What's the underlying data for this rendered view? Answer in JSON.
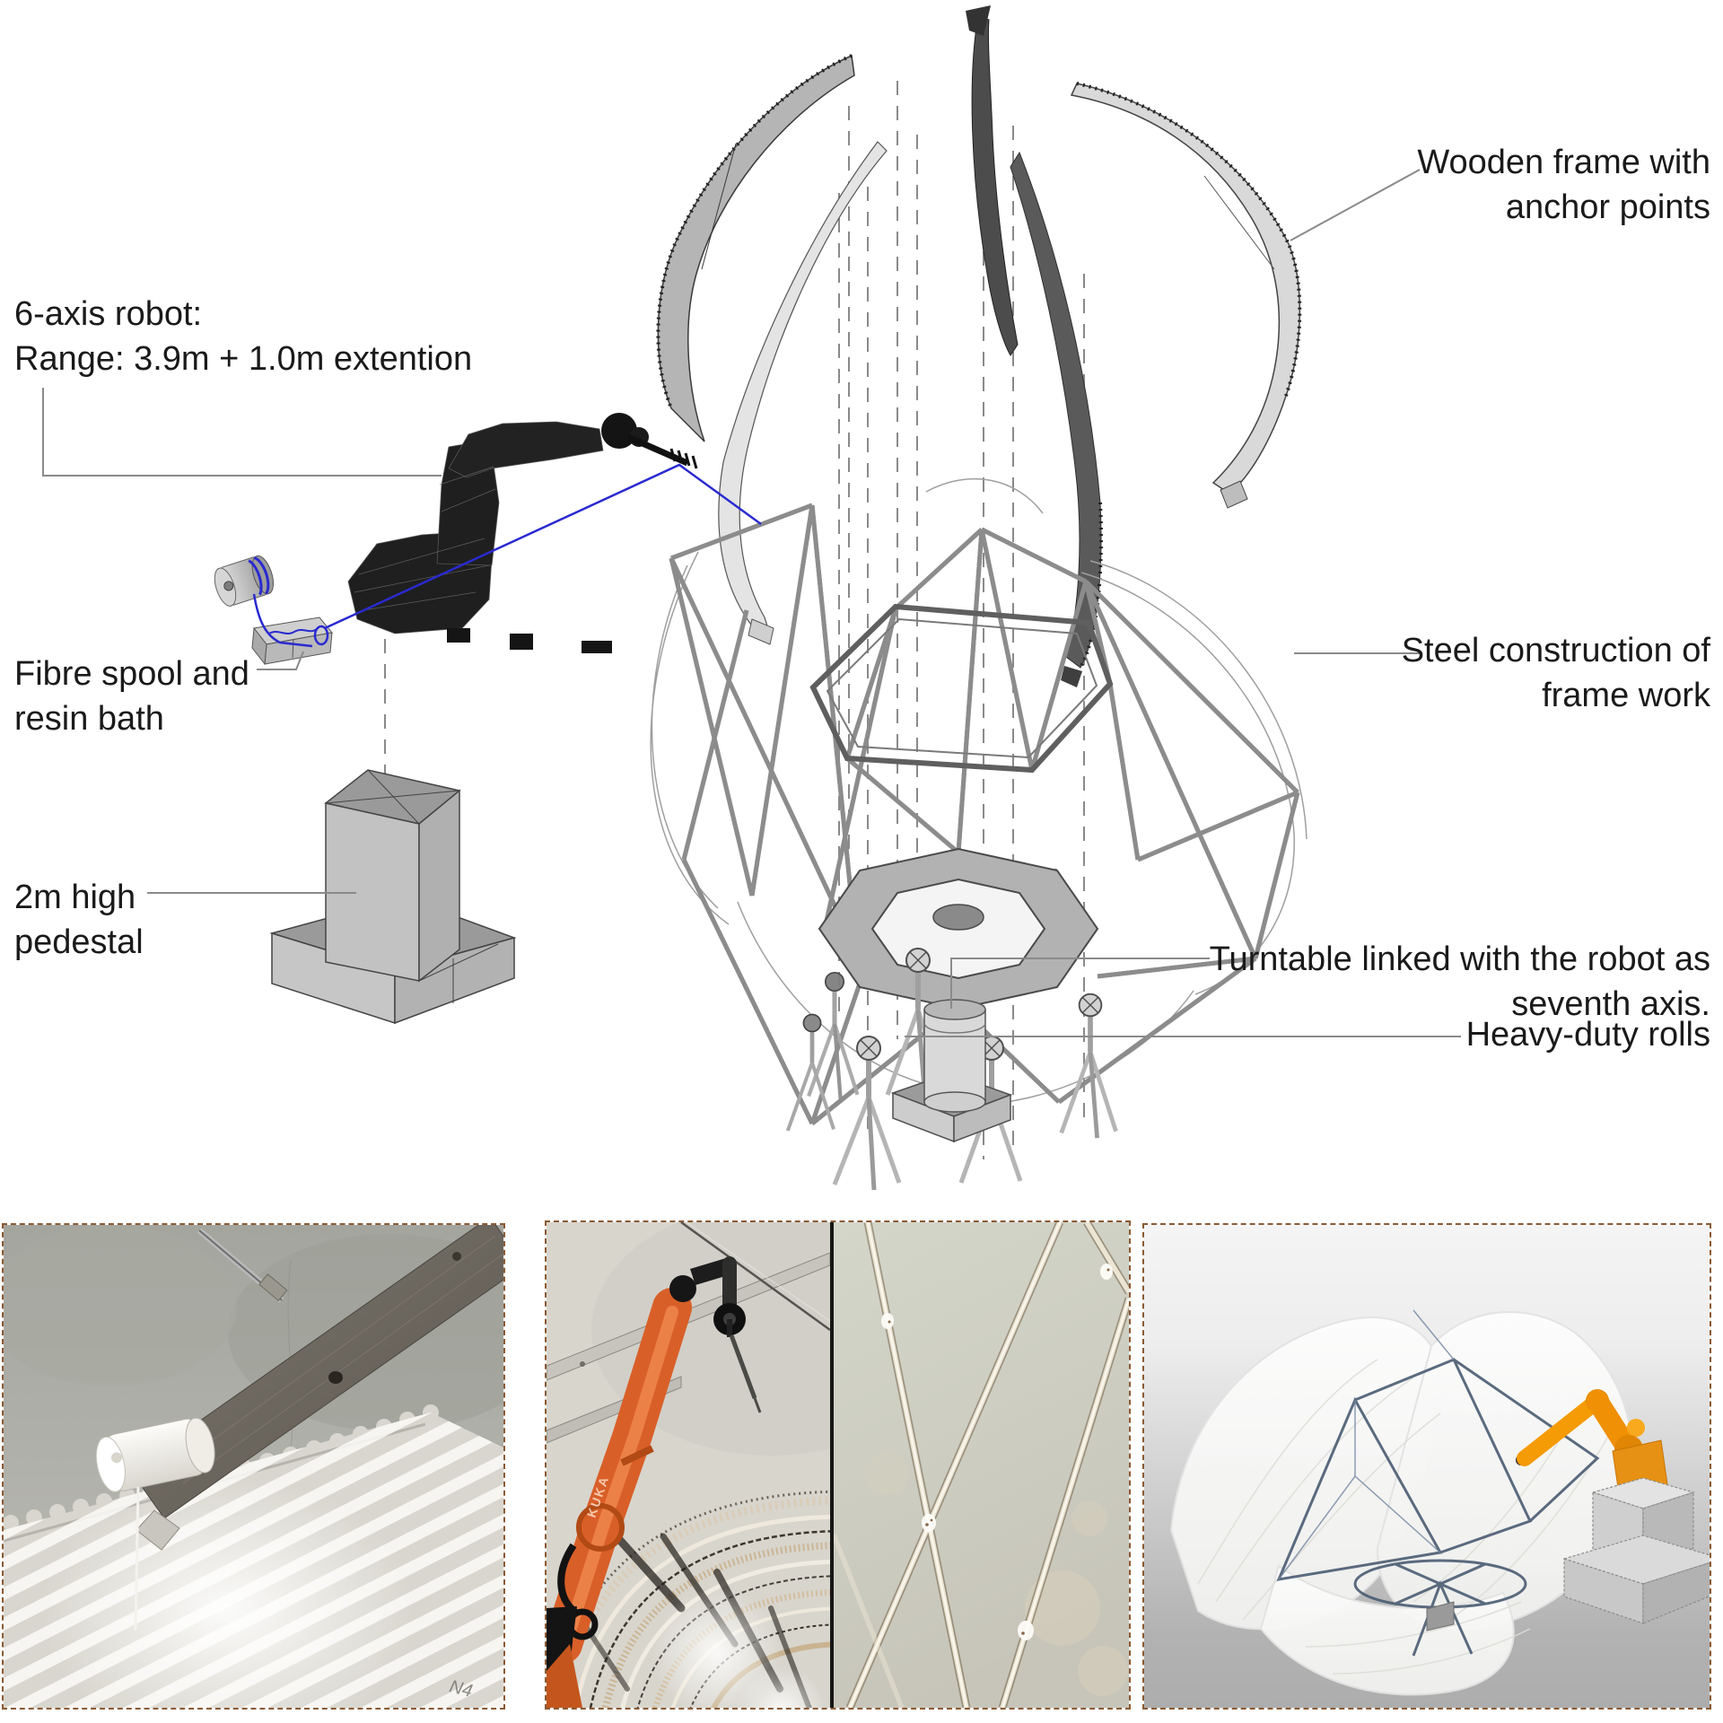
{
  "colors": {
    "accent_blue": "#2a2ad0",
    "panel_border_brown": "#8a5a33",
    "kuka_orange": "#d95f28",
    "render_orange": "#f59b06",
    "label_color": "#1a1a1a"
  },
  "diagram": {
    "labels": {
      "robot": [
        "6-axis robot:",
        "Range: 3.9m + 1.0m extention"
      ],
      "spool": [
        "Fibre spool and",
        "resin bath"
      ],
      "pedestal": [
        "2m high",
        "pedestal"
      ],
      "wooden_frame": [
        "Wooden frame with",
        "anchor points"
      ],
      "steel_frame": [
        "Steel construction of",
        "frame work"
      ],
      "turntable": [
        "Turntable linked with the robot as",
        "seventh axis."
      ],
      "rolls": [
        "Heavy-duty rolls"
      ]
    }
  },
  "photos": {
    "left": {
      "pencil_mark": "N4"
    },
    "middle_left": {
      "arm_brand": "KUKA"
    }
  }
}
